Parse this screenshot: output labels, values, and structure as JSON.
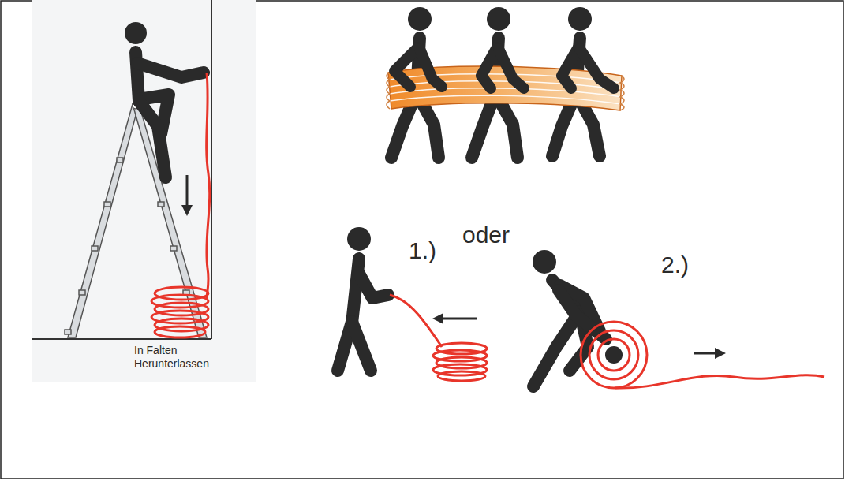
{
  "diagram": {
    "labels": [
      "In Falten Herunterlassen",
      "oder",
      "1.)",
      "2.)"
    ]
  }
}
